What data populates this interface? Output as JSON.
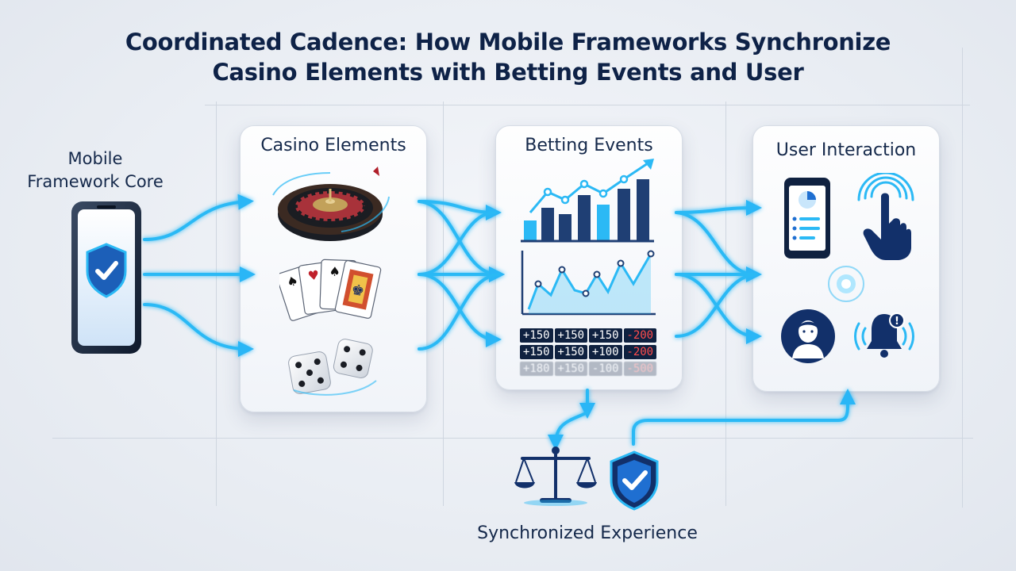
{
  "title": {
    "line1": "Coordinated Cadence: How Mobile Frameworks Synchronize",
    "line2": "Casino Elements with Betting Events and User"
  },
  "core": {
    "line1": "Mobile",
    "line2": "Framework Core"
  },
  "cards": {
    "casino": {
      "title": "Casino Elements"
    },
    "betting": {
      "title": "Betting Events"
    },
    "user": {
      "title": "User Interaction"
    }
  },
  "odds_board": [
    [
      "+150",
      "+150",
      "+150",
      "-200"
    ],
    [
      "+150",
      "+150",
      "+100",
      "-200"
    ],
    [
      "+180",
      "+150",
      "-100",
      "-500"
    ]
  ],
  "footer": {
    "label": "Synchronized Experience"
  },
  "colors": {
    "navy": "#0e2247",
    "cyan": "#2ec4ff",
    "blue": "#1f6fd1"
  }
}
